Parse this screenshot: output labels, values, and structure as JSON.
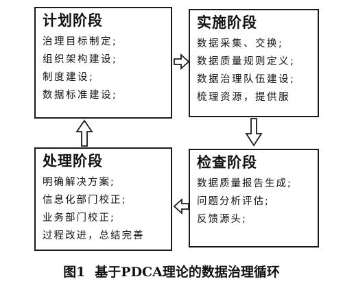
{
  "plan": {
    "title": "计划阶段",
    "lines": [
      "治理目标制定;",
      "组织架构建设;",
      "制度建设;",
      "数据标准建设;"
    ]
  },
  "do": {
    "title": "实施阶段",
    "lines": [
      "数据采集、交换;",
      "数据质量规则定义;",
      "数据治理队伍建设;",
      "梳理资源，提供服"
    ]
  },
  "check": {
    "title": "检查阶段",
    "lines": [
      "数据质量报告生成;",
      "问题分析评估;",
      "反馈源头;"
    ]
  },
  "act": {
    "title": "处理阶段",
    "lines": [
      "明确解决方案;",
      "信息化部门校正;",
      "业务部门校正;",
      "过程改进，总结完善"
    ]
  },
  "caption": {
    "figure_no": "图1",
    "text": "基于PDCA理论的数据治理循环"
  }
}
